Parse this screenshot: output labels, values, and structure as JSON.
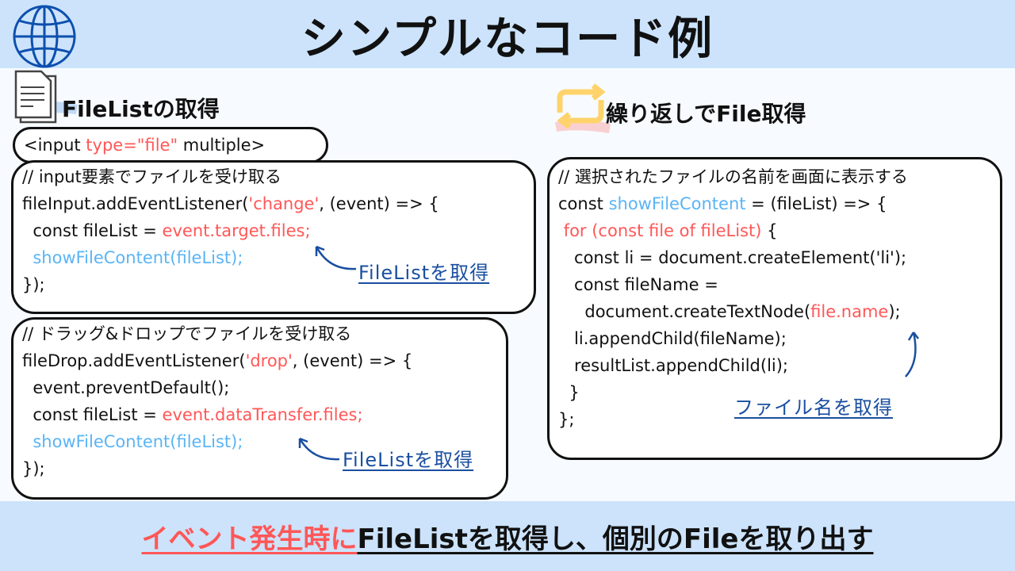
{
  "header": {
    "title": "シンプルなコード例"
  },
  "left": {
    "section_title": "FileListの取得",
    "input_tag": [
      {
        "t": "<input ",
        "c": ""
      },
      {
        "t": "type=\"file\"",
        "c": "red"
      },
      {
        "t": " multiple>",
        "c": ""
      }
    ],
    "box1": [
      [
        {
          "t": "// input要素でファイルを受け取る",
          "c": ""
        }
      ],
      [
        {
          "t": "fileInput.addEventListener(",
          "c": ""
        },
        {
          "t": "'change'",
          "c": "red"
        },
        {
          "t": ", (event) => {",
          "c": ""
        }
      ],
      [
        {
          "t": "  const fileList = ",
          "c": ""
        },
        {
          "t": "event.target.files;",
          "c": "red"
        }
      ],
      [
        {
          "t": "  showFileContent(fileList);",
          "c": "blue"
        }
      ],
      [
        {
          "t": "});",
          "c": ""
        }
      ]
    ],
    "box1_note": "FileListを取得",
    "box2": [
      [
        {
          "t": "// ドラッグ&ドロップでファイルを受け取る",
          "c": ""
        }
      ],
      [
        {
          "t": "fileDrop.addEventListener(",
          "c": ""
        },
        {
          "t": "'drop'",
          "c": "red"
        },
        {
          "t": ", (event) => {",
          "c": ""
        }
      ],
      [
        {
          "t": "  event.preventDefault();",
          "c": ""
        }
      ],
      [
        {
          "t": "  const fileList = ",
          "c": ""
        },
        {
          "t": "event.dataTransfer.files;",
          "c": "red"
        }
      ],
      [
        {
          "t": "  showFileContent(fileList);",
          "c": "blue"
        }
      ],
      [
        {
          "t": "});",
          "c": ""
        }
      ]
    ],
    "box2_note": "FileListを取得"
  },
  "right": {
    "section_title": "繰り返しでFile取得",
    "box3": [
      [
        {
          "t": "// 選択されたファイルの名前を画面に表示する",
          "c": ""
        }
      ],
      [
        {
          "t": "const ",
          "c": ""
        },
        {
          "t": "showFileContent",
          "c": "blue"
        },
        {
          "t": " = (fileList) => {",
          "c": ""
        }
      ],
      [
        {
          "t": " for (const file of fileList)",
          "c": "red"
        },
        {
          "t": " {",
          "c": ""
        }
      ],
      [
        {
          "t": "   const li = document.createElement('li');",
          "c": ""
        }
      ],
      [
        {
          "t": "   const fileName =",
          "c": ""
        }
      ],
      [
        {
          "t": "     document.createTextNode(",
          "c": ""
        },
        {
          "t": "file.name",
          "c": "red"
        },
        {
          "t": ");",
          "c": ""
        }
      ],
      [
        {
          "t": "   li.appendChild(fileName);",
          "c": ""
        }
      ],
      [
        {
          "t": "   resultList.appendChild(li);",
          "c": ""
        }
      ],
      [
        {
          "t": "  }",
          "c": ""
        }
      ],
      [
        {
          "t": "};",
          "c": ""
        }
      ]
    ],
    "box3_note": "ファイル名を取得"
  },
  "footer": {
    "highlight": "イベント発生時に",
    "rest": "FileListを取得し、個別のFileを取り出す"
  },
  "colors": {
    "header_bg": "#cce3fb",
    "code_red": "#ff5757",
    "code_blue": "#5ab4f5",
    "note_blue": "#1a4fa0"
  }
}
